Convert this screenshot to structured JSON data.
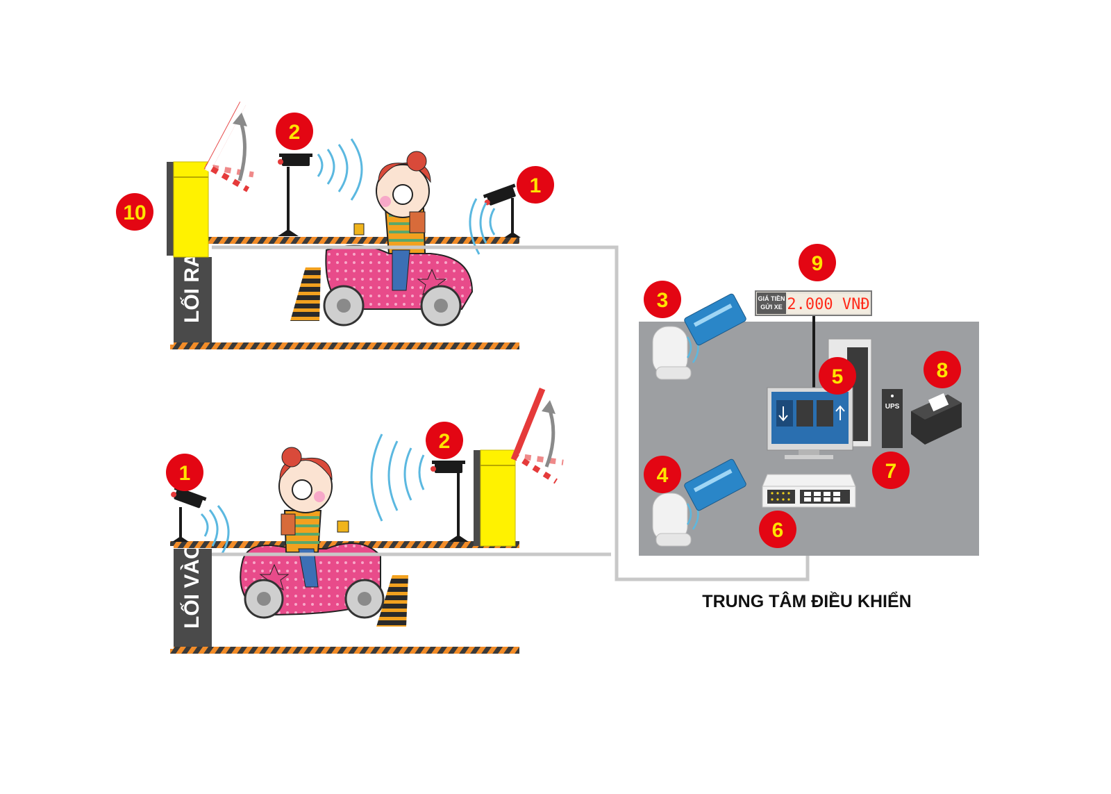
{
  "lanes": {
    "exit_label": "LỐI RA",
    "entry_label": "LỐI VÀO"
  },
  "control_center": {
    "title": "TRUNG TÂM ĐIỀU KHIỂN",
    "fee_display": {
      "label_line1": "GIÁ TIỀN",
      "label_line2": "GỬI XE",
      "value": "2.000 VNĐ"
    },
    "ups_label": "UPS"
  },
  "badges": {
    "exit_camera_1": "1",
    "exit_camera_2": "2",
    "entry_camera_1": "1",
    "entry_camera_2": "2",
    "reader_3": "3",
    "reader_4": "4",
    "computer_5": "5",
    "switch_6": "6",
    "ups_7": "7",
    "printer_8": "8",
    "display_9": "9",
    "barrier_10": "10"
  },
  "colors": {
    "badge_red": "#e30613",
    "badge_text_yellow": "#ffe400",
    "barrier_yellow": "#fff200",
    "hazard_orange": "#f28c28",
    "signal_blue": "#5bb8e0",
    "scooter_pink": "#e84b8a",
    "control_panel_gray": "#9d9fa2"
  },
  "icons": [
    "camera-icon",
    "barrier-gate-icon",
    "scooter-rider-icon",
    "card-reader-icon",
    "rfid-card-icon",
    "computer-icon",
    "network-switch-icon",
    "ups-icon",
    "receipt-printer-icon",
    "led-display-icon",
    "traffic-cone-icon"
  ]
}
